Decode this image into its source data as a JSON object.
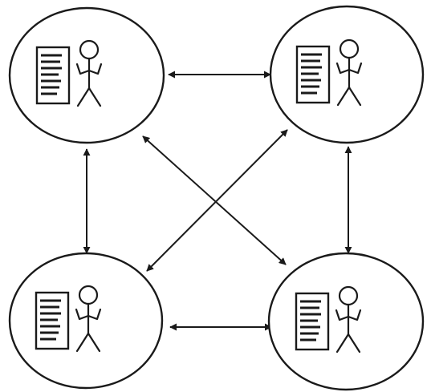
{
  "diagram": {
    "nodes": [
      {
        "id": "top-left",
        "icons": [
          "document-icon",
          "person-icon"
        ]
      },
      {
        "id": "top-right",
        "icons": [
          "document-icon",
          "person-icon"
        ]
      },
      {
        "id": "bottom-left",
        "icons": [
          "document-icon",
          "person-icon"
        ]
      },
      {
        "id": "bottom-right",
        "icons": [
          "document-icon",
          "person-icon"
        ]
      }
    ],
    "edges": [
      {
        "from": "top-left",
        "to": "top-right",
        "direction": "bidirectional"
      },
      {
        "from": "bottom-left",
        "to": "bottom-right",
        "direction": "bidirectional"
      },
      {
        "from": "top-left",
        "to": "bottom-left",
        "direction": "bidirectional"
      },
      {
        "from": "top-right",
        "to": "bottom-right",
        "direction": "bidirectional"
      },
      {
        "from": "top-left",
        "to": "bottom-right",
        "direction": "bidirectional"
      },
      {
        "from": "top-right",
        "to": "bottom-left",
        "direction": "bidirectional"
      }
    ],
    "colors": {
      "stroke": "#1a1a1a",
      "background": "#ffffff"
    }
  }
}
